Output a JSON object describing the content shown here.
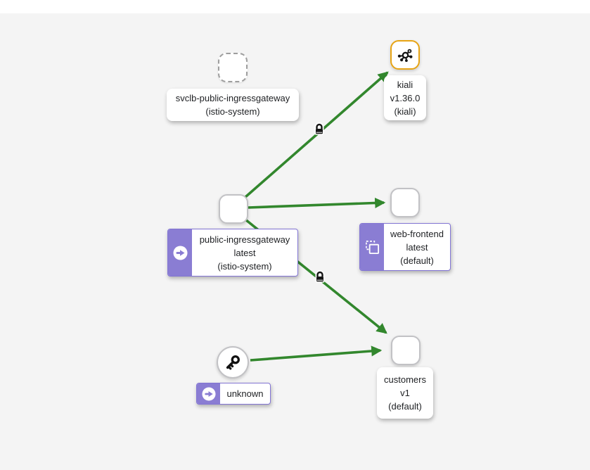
{
  "surface": {
    "background": "#f4f4f4",
    "topbar_background": "#ffffff"
  },
  "colors": {
    "edge_green": "#32872d",
    "node_purple": "#8a7dd3",
    "kiali_orange": "#e7a414",
    "node_border_gray": "#c2c2c5",
    "label_text": "#202225"
  },
  "icons": {
    "kiali_logo": "mesh-hub-with-satellite-dots",
    "root_traffic_badge": "arrow-right-in-white-circle",
    "workload_badge": "overlapping-dashed-and-solid-squares",
    "unknown_key": "key",
    "mtls_lock": "padlock"
  },
  "nodes": {
    "svclb": {
      "shape": "square-dashed",
      "line1": "svclb-public-ingressgateway",
      "line2": "(istio-system)"
    },
    "kiali": {
      "shape": "square-orange",
      "line1": "kiali",
      "line2": "v1.36.0",
      "line3": "(kiali)"
    },
    "gateway": {
      "shape": "square",
      "badge": "root-traffic",
      "line1": "public-ingressgateway",
      "line2": "latest",
      "line3": "(istio-system)"
    },
    "web_frontend": {
      "shape": "square",
      "badge": "workload",
      "line1": "web-frontend",
      "line2": "latest",
      "line3": "(default)"
    },
    "unknown": {
      "shape": "circle",
      "badge": "root-traffic",
      "line1": "unknown"
    },
    "customers": {
      "shape": "square",
      "line1": "customers",
      "line2": "v1",
      "line3": "(default)"
    }
  },
  "edges": [
    {
      "from": "public-ingressgateway",
      "to": "kiali",
      "color": "#32872d",
      "mtls_lock": true
    },
    {
      "from": "public-ingressgateway",
      "to": "web-frontend",
      "color": "#32872d",
      "mtls_lock": false
    },
    {
      "from": "public-ingressgateway",
      "to": "customers",
      "color": "#32872d",
      "mtls_lock": true
    },
    {
      "from": "unknown",
      "to": "customers",
      "color": "#32872d",
      "mtls_lock": false
    }
  ]
}
